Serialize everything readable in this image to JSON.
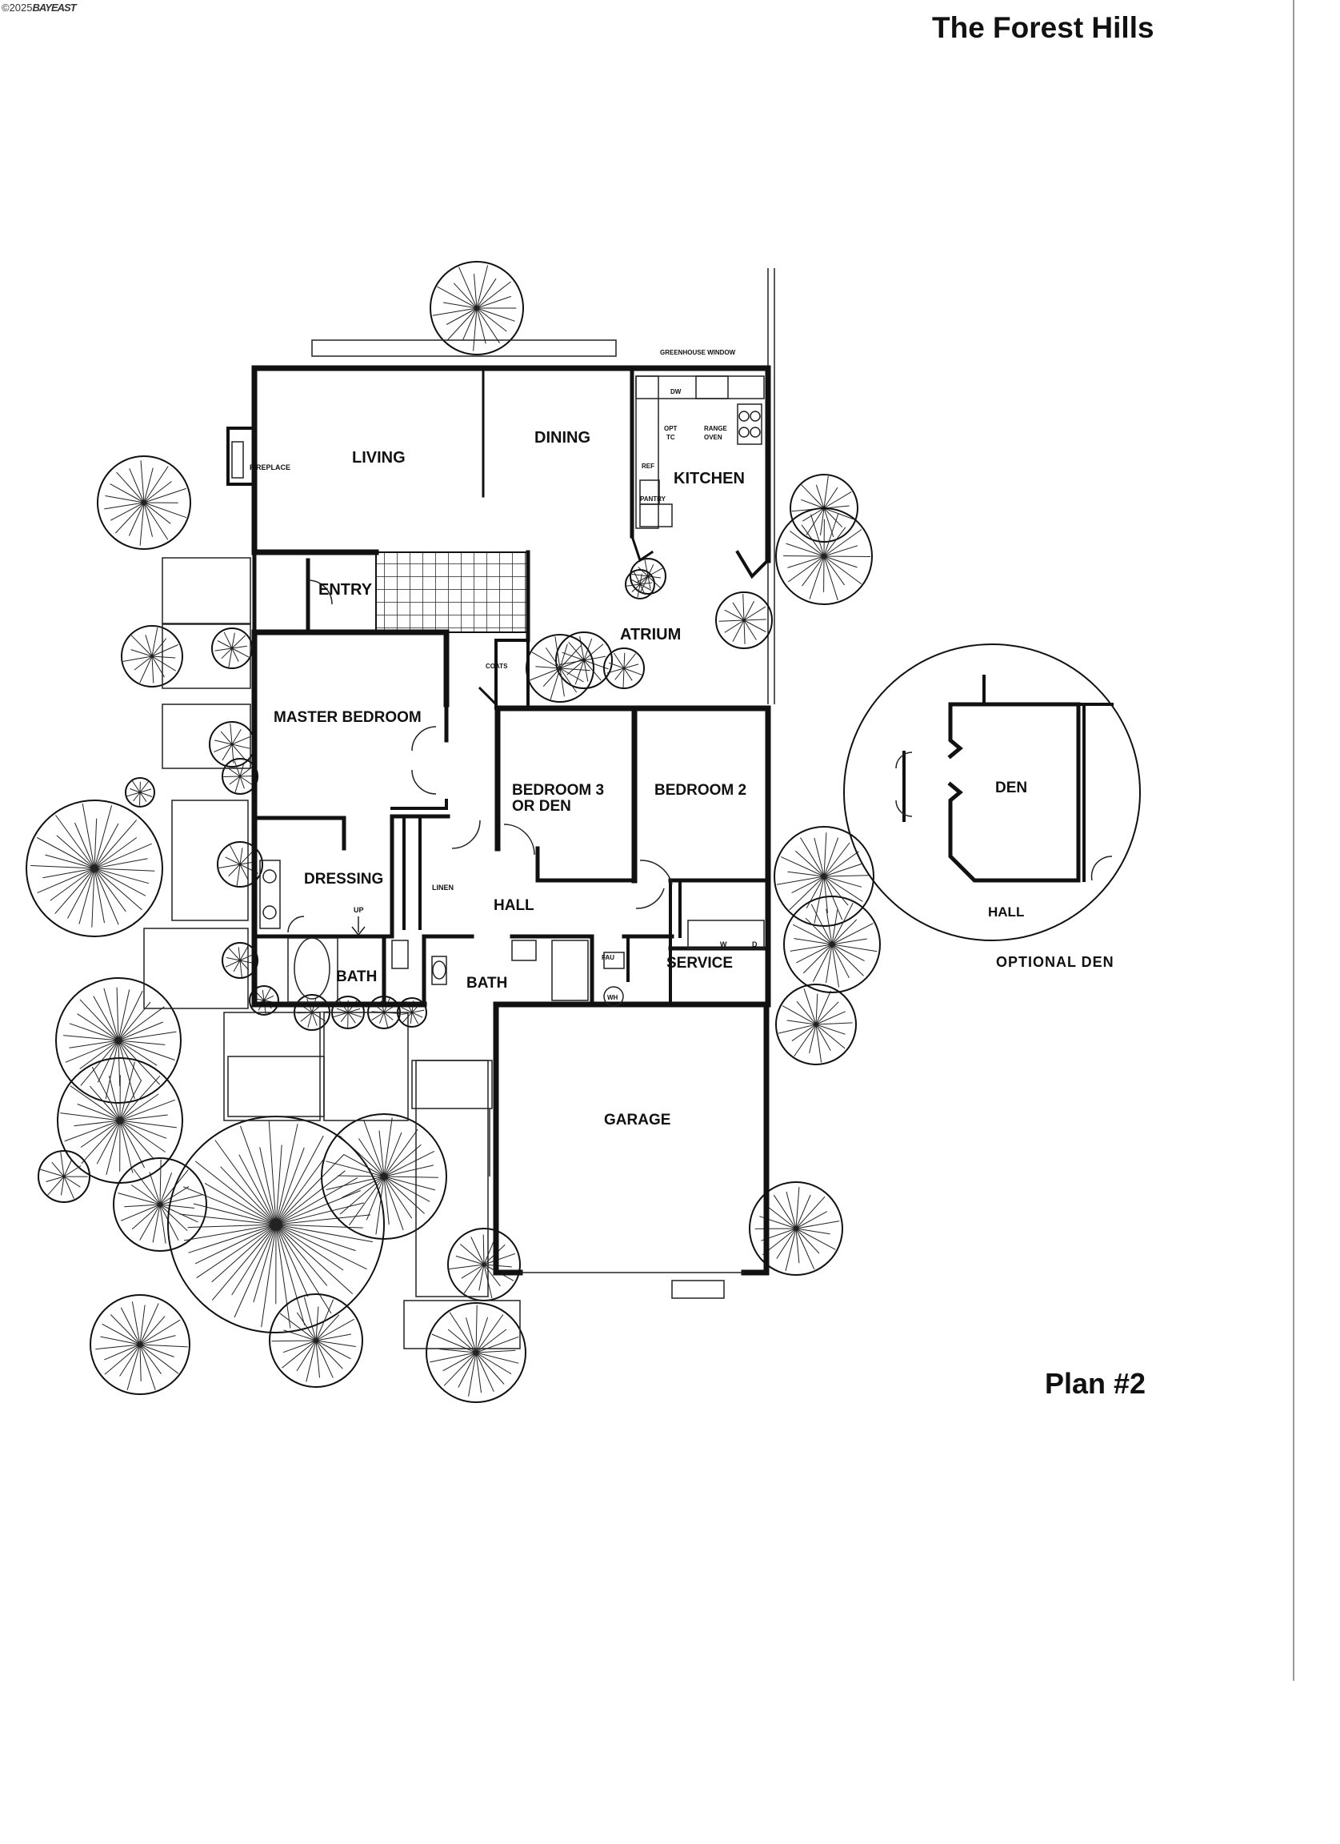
{
  "watermark": {
    "text": "©2025",
    "brand": "BAYEAST"
  },
  "title": "The Forest Hills",
  "plan_label": "Plan #2",
  "rooms": {
    "living": "LIVING",
    "dining": "DINING",
    "kitchen": "KITCHEN",
    "fireplace": "FIREPLACE",
    "greenhouse": "GREENHOUSE WINDOW",
    "dw": "DW",
    "opt": "OPT",
    "tc": "TC",
    "range": "RANGE",
    "oven": "OVEN",
    "ref": "REF",
    "pantry": "PANTRY",
    "entry": "ENTRY",
    "atrium": "ATRIUM",
    "coats": "COATS",
    "master": "MASTER BEDROOM",
    "bed3a": "BEDROOM 3",
    "bed3b": "OR DEN",
    "bed2": "BEDROOM 2",
    "dressing": "DRESSING",
    "up": "UP",
    "linen": "LINEN",
    "hall": "HALL",
    "bath1": "BATH",
    "bath2": "BATH",
    "fau": "FAU",
    "wh": "WH",
    "service": "SERVICE",
    "w": "W",
    "d": "D",
    "garage": "GARAGE"
  },
  "inset": {
    "den": "DEN",
    "hall": "HALL",
    "caption": "OPTIONAL DEN"
  }
}
